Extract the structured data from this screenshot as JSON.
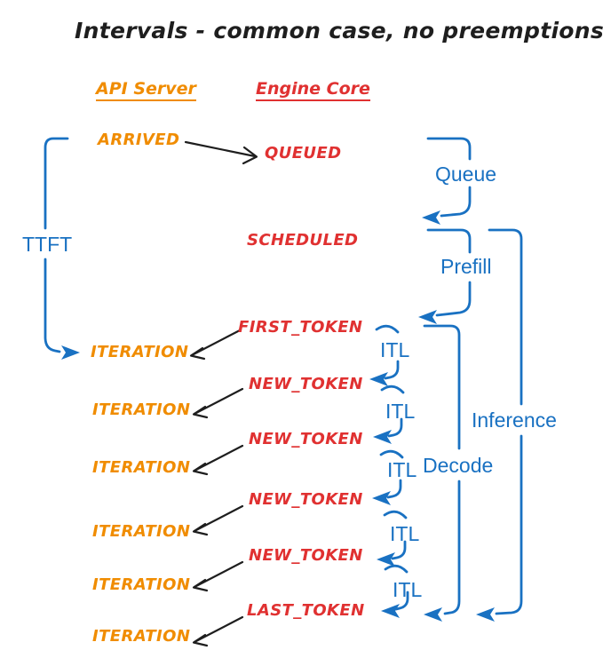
{
  "title": "Intervals - common case, no preemptions",
  "columns": {
    "api_server": "API Server",
    "engine_core": "Engine Core"
  },
  "events": {
    "arrived": "ARRIVED",
    "queued": "QUEUED",
    "scheduled": "SCHEDULED",
    "first_token": "FIRST_TOKEN",
    "new_token": "NEW_TOKEN",
    "last_token": "LAST_TOKEN",
    "iteration": "ITERATION"
  },
  "intervals": {
    "ttft": "TTFT",
    "queue": "Queue",
    "prefill": "Prefill",
    "itl": "ITL",
    "decode": "Decode",
    "inference": "Inference"
  },
  "colors": {
    "blue": "#1971c2",
    "red": "#e03131",
    "orange": "#f08c00",
    "ink": "#1e1e1e",
    "background": "#ffffff"
  }
}
